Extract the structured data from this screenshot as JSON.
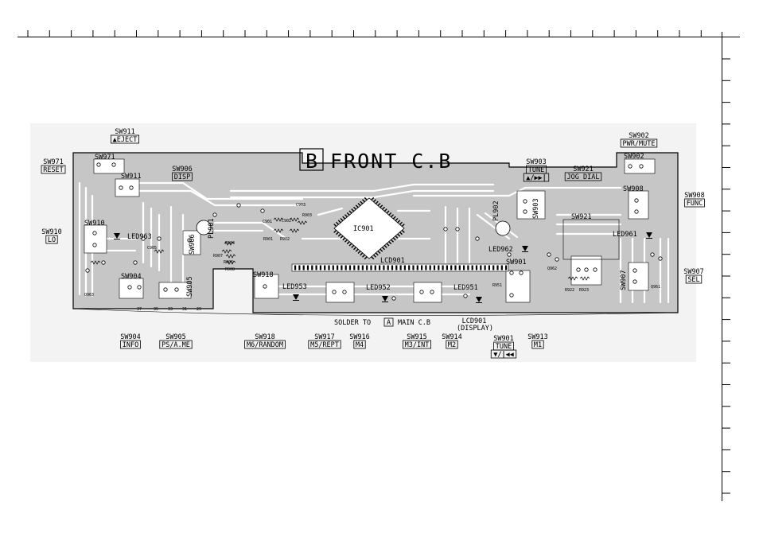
{
  "title": {
    "letter": "B",
    "text": "FRONT C.B"
  },
  "top_labels": [
    {
      "id": "sw911",
      "name": "SW911",
      "func": "EJECT",
      "glyph": "▲"
    },
    {
      "id": "sw971",
      "name": "SW971",
      "func": "RESET"
    },
    {
      "id": "sw906",
      "name": "SW906",
      "func": "DISP"
    },
    {
      "id": "sw903",
      "name": "SW903",
      "func": "TUNE",
      "glyph": "▲/▶▶|"
    },
    {
      "id": "sw921",
      "name": "SW921",
      "func": "JOG DIAL"
    },
    {
      "id": "sw902",
      "name": "SW902",
      "func": "PWR/MUTE"
    },
    {
      "id": "sw910",
      "name": "SW910",
      "func": "LO"
    },
    {
      "id": "sw908",
      "name": "SW908",
      "func": "FUNC"
    },
    {
      "id": "sw907",
      "name": "SW907",
      "func": "SEL"
    }
  ],
  "bottom_labels": [
    {
      "id": "sw904",
      "name": "SW904",
      "func": "INFO"
    },
    {
      "id": "sw905",
      "name": "SW905",
      "func": "PS/A.ME"
    },
    {
      "id": "sw918",
      "name": "SW918",
      "func": "M6/RANDOM"
    },
    {
      "id": "sw917",
      "name": "SW917",
      "func": "M5/REPT"
    },
    {
      "id": "sw916",
      "name": "SW916",
      "func": "M4"
    },
    {
      "id": "sw915",
      "name": "SW915",
      "func": "M3/INT"
    },
    {
      "id": "sw914",
      "name": "SW914",
      "func": "M2"
    },
    {
      "id": "sw901",
      "name": "SW901",
      "func": "TUNE",
      "glyph": "▼/|◀◀"
    },
    {
      "id": "sw913",
      "name": "SW913",
      "func": "M1"
    }
  ],
  "solder_note": {
    "prefix": "SOLDER TO",
    "letter": "A",
    "suffix": "MAIN C.B"
  },
  "lcd_note": {
    "name": "LCD901",
    "sub": "(DISPLAY)"
  },
  "board": {
    "ic": "IC901",
    "lcd": "LCD901",
    "components": [
      "SW971",
      "SW911",
      "SW910",
      "LED963",
      "SW904",
      "SW905",
      "SW906",
      "PL901",
      "SW918",
      "LED953",
      "LED952",
      "LED951",
      "SW903",
      "SW921",
      "PL902",
      "LED962",
      "SW901",
      "SW902",
      "SW908",
      "LED961",
      "SW907",
      "Q962",
      "Q963",
      "Q961"
    ],
    "small_parts": [
      "C901",
      "C902",
      "C903",
      "R901",
      "R902",
      "R903",
      "R904",
      "R906",
      "R907",
      "R908",
      "C905",
      "R922",
      "R923",
      "R951"
    ],
    "pin_numbers": [
      "37",
      "35",
      "33",
      "31",
      "29"
    ]
  },
  "colors": {
    "copper": "#b9b9b9",
    "board_outline": "#000000",
    "background": "#ffffff"
  }
}
